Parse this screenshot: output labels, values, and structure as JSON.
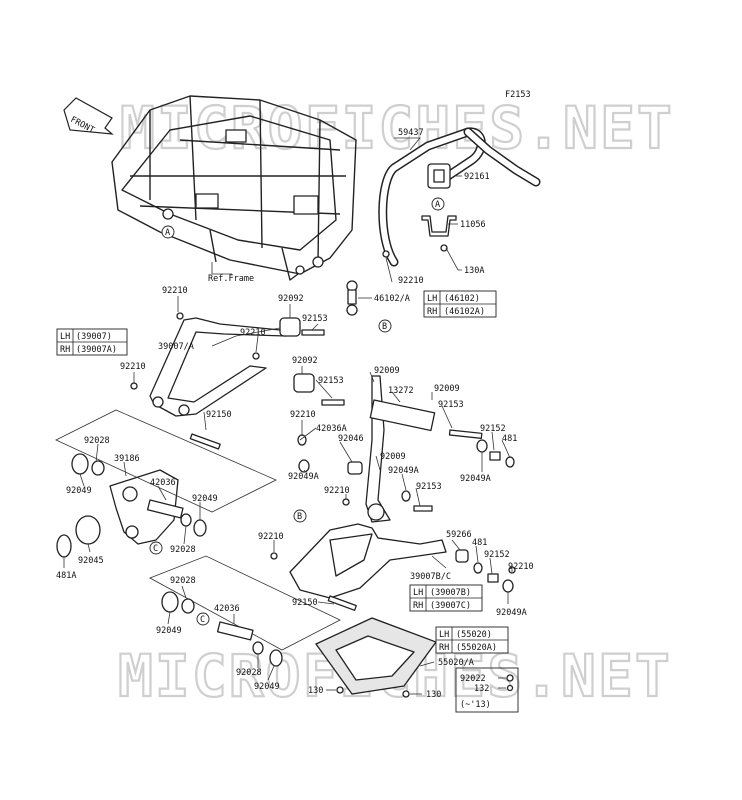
{
  "diagram_code": "F2153",
  "front_label": "FRONT",
  "ref_frame": "Ref.Frame",
  "watermarks": [
    "MICROFICHES.NET",
    "MICROFICHES.NET"
  ],
  "callouts": [
    {
      "id": "c-a1",
      "letter": "A"
    },
    {
      "id": "c-a2",
      "letter": "A"
    },
    {
      "id": "c-b1",
      "letter": "B"
    },
    {
      "id": "c-b2",
      "letter": "B"
    },
    {
      "id": "c-c1",
      "letter": "C"
    },
    {
      "id": "c-c2",
      "letter": "C"
    }
  ],
  "parts": {
    "p59437": "59437",
    "p92161": "92161",
    "p11056": "11056",
    "p130A": "130A",
    "p92210a": "92210",
    "p46102A": "46102/A",
    "p92210b": "92210",
    "p92092a": "92092",
    "p92153a": "92153",
    "p39007A": "39007/A",
    "p92210c": "92210",
    "p92092b": "92092",
    "p92210d": "92210",
    "p92153b": "92153",
    "p92150a": "92150",
    "p92009a": "92009",
    "p13272": "13272",
    "p92009b": "92009",
    "p92153c": "92153",
    "p92210e": "92210",
    "p42036A": "42036A",
    "p92046": "92046",
    "p92049A_a": "92049A",
    "p92009c": "92009",
    "p92152a": "92152",
    "p481a": "481",
    "p92049A_b": "92049A",
    "p92049A_c": "92049A",
    "p92153d": "92153",
    "p92210f": "92210",
    "p92028a": "92028",
    "p39186": "39186",
    "p92049a": "92049",
    "p42036": "42036",
    "p92049b": "92049",
    "p92028b": "92028",
    "p92045": "92045",
    "p481A": "481A",
    "p59266": "59266",
    "p481b": "481",
    "p92152b": "92152",
    "p92210g": "92210",
    "p92210h": "92210",
    "p39007BC": "39007B/C",
    "p92049A_d": "92049A",
    "p92150b": "92150",
    "p92028c": "92028",
    "p92049c": "92049",
    "p42036b": "42036",
    "p92028d": "92028",
    "p92049d": "92049",
    "p55020A": "55020/A",
    "p92022": "92022",
    "p132": "132",
    "p13note": "(~'13)",
    "p130a": "130",
    "p130b": "130"
  },
  "variant_tables": {
    "t46102": {
      "lh_tag": "LH",
      "lh_code": "(46102)",
      "rh_tag": "RH",
      "rh_code": "(46102A)"
    },
    "t39007": {
      "lh_tag": "LH",
      "lh_code": "(39007)",
      "rh_tag": "RH",
      "rh_code": "(39007A)"
    },
    "t39007BC": {
      "lh_tag": "LH",
      "lh_code": "(39007B)",
      "rh_tag": "RH",
      "rh_code": "(39007C)"
    },
    "t55020": {
      "lh_tag": "LH",
      "lh_code": "(55020)",
      "rh_tag": "RH",
      "rh_code": "(55020A)"
    }
  }
}
